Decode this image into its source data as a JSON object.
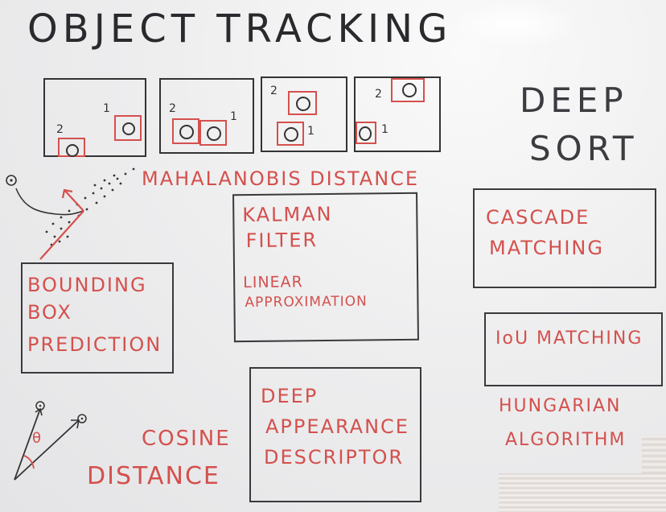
{
  "title": "OBJECT TRACKING",
  "deep_sort": [
    "DEEP",
    "SORT"
  ],
  "frames": [
    {
      "labels": [
        "2",
        "1"
      ]
    },
    {
      "labels": [
        "2",
        "1"
      ]
    },
    {
      "labels": [
        "2",
        "1"
      ]
    },
    {
      "labels": [
        "2",
        "1"
      ]
    }
  ],
  "mahalanobis": "MAHALANOBIS DISTANCE",
  "bounding_box": [
    "BOUNDING",
    "BOX",
    "PREDICTION"
  ],
  "kalman": [
    "KALMAN",
    "FILTER"
  ],
  "linear": [
    "LINEAR",
    "APPROXIMATION"
  ],
  "cascade": [
    "CASCADE",
    "MATCHING"
  ],
  "iou": "IoU MATCHING",
  "hungarian": [
    "HUNGARIAN",
    "ALGORITHM"
  ],
  "deep_appearance": [
    "DEEP",
    "APPEARANCE",
    "DESCRIPTOR"
  ],
  "cosine": [
    "COSINE",
    "DISTANCE"
  ],
  "theta": "θ",
  "colors": {
    "marker_red": "#d4504d",
    "marker_black": "#2a2a2e",
    "board": "#ededee"
  }
}
